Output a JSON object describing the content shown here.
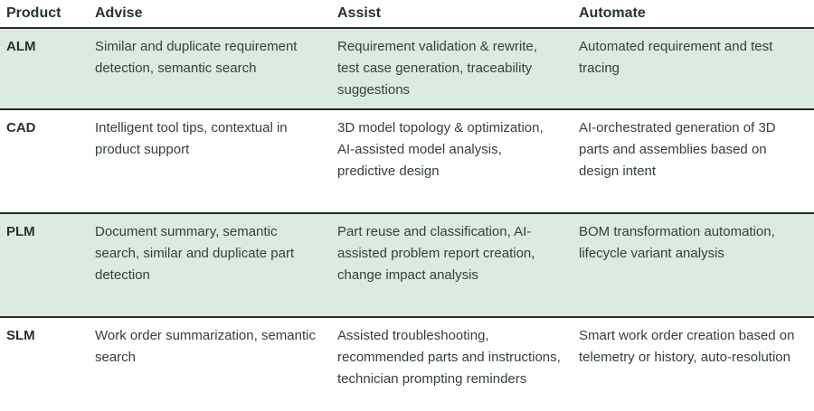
{
  "table": {
    "columns": [
      "Product",
      "Advise",
      "Assist",
      "Automate"
    ],
    "rows": [
      {
        "product": "ALM",
        "advise": "Similar and duplicate requirement detection, semantic search",
        "assist": "Requirement validation & rewrite, test case generation, traceability suggestions",
        "automate": "Automated requirement and test tracing",
        "highlighted": true
      },
      {
        "product": "CAD",
        "advise": "Intelligent tool tips, contextual in product support",
        "assist": "3D model topology & optimization, AI-assisted model analysis, predictive design",
        "automate": "AI-orchestrated generation of 3D parts and assemblies based on design intent",
        "highlighted": false
      },
      {
        "product": "PLM",
        "advise": "Document summary, semantic search, similar and duplicate part detection",
        "assist": "Part reuse and classification, AI-assisted problem report creation, change impact analysis",
        "automate": "BOM transformation automation, lifecycle variant analysis",
        "highlighted": true
      },
      {
        "product": "SLM",
        "advise": "Work order summarization, semantic search",
        "assist": "Assisted troubleshooting, recommended parts and instructions, technician prompting reminders",
        "automate": "Smart work order creation based on telemetry or history, auto-resolution",
        "highlighted": false
      }
    ]
  },
  "colors": {
    "row_highlight": "#d9ecdf",
    "row_border": "#2b2b2b",
    "header_text": "#273331",
    "body_text": "#34403e"
  }
}
